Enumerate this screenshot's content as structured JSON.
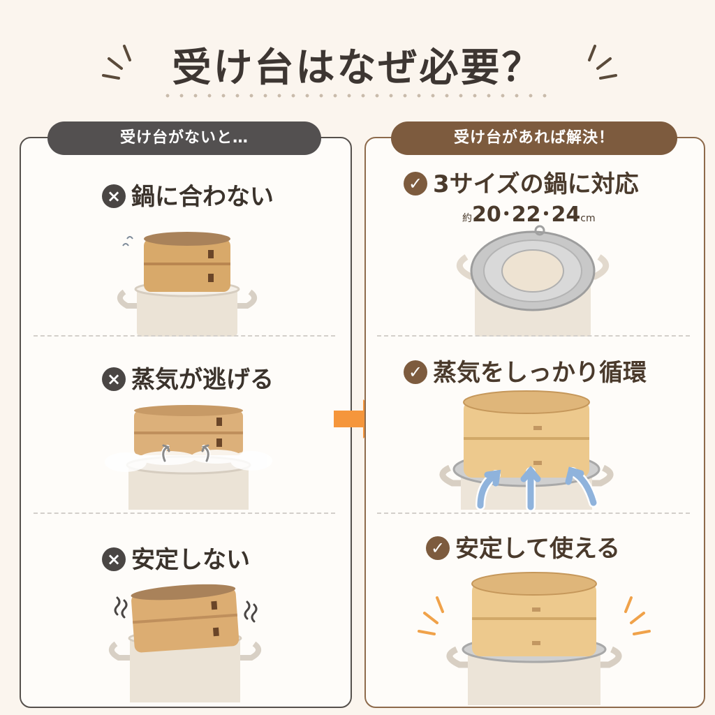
{
  "title": "受け台はなぜ必要？",
  "left": {
    "header": "受け台がないと…",
    "items": [
      {
        "label": "鍋に合わない"
      },
      {
        "label": "蒸気が逃げる"
      },
      {
        "label": "安定しない"
      }
    ]
  },
  "right": {
    "header": "受け台があれば解決！",
    "items": [
      {
        "label": "3サイズの鍋に対応"
      },
      {
        "label": "蒸気をしっかり循環"
      },
      {
        "label": "安定して使える"
      }
    ],
    "sizes": {
      "prefix": "約",
      "value": "20･22･24",
      "unit": "cm"
    }
  },
  "icons": {
    "x_mark": "×",
    "check_mark": "✓"
  },
  "colors": {
    "accent_brown": "#7d5b3e",
    "dark_gray": "#535050",
    "arrow_orange": "#f5963c",
    "background": "#fbf5ee"
  }
}
